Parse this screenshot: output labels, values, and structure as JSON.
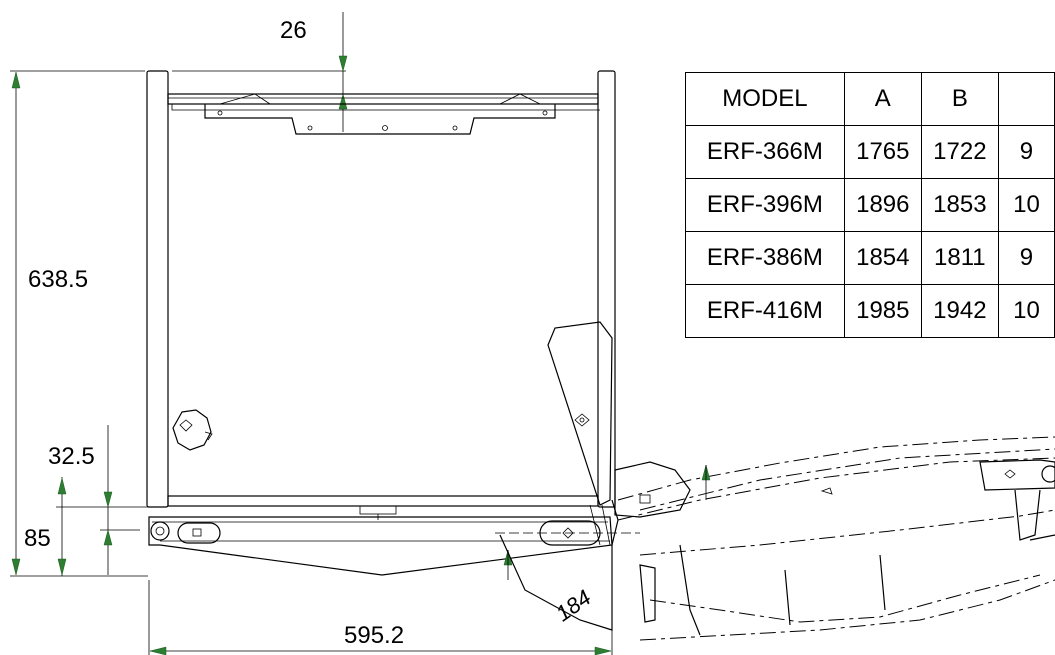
{
  "dimensions": {
    "top_gap": "26",
    "height": "638.5",
    "lower_offset": "32.5",
    "base_height": "85",
    "width": "595.2"
  },
  "handwritten_note": "184",
  "spec_table": {
    "headers": [
      "MODEL",
      "A",
      "B",
      ""
    ],
    "rows": [
      {
        "model": "ERF-366M",
        "a": "1765",
        "b": "1722",
        "c": "9"
      },
      {
        "model": "ERF-396M",
        "a": "1896",
        "b": "1853",
        "c": "10"
      },
      {
        "model": "ERF-386M",
        "a": "1854",
        "b": "1811",
        "c": "9"
      },
      {
        "model": "ERF-416M",
        "a": "1985",
        "b": "1942",
        "c": "10"
      }
    ]
  },
  "colors": {
    "arrow": "#2e7d32",
    "line": "#000000"
  }
}
